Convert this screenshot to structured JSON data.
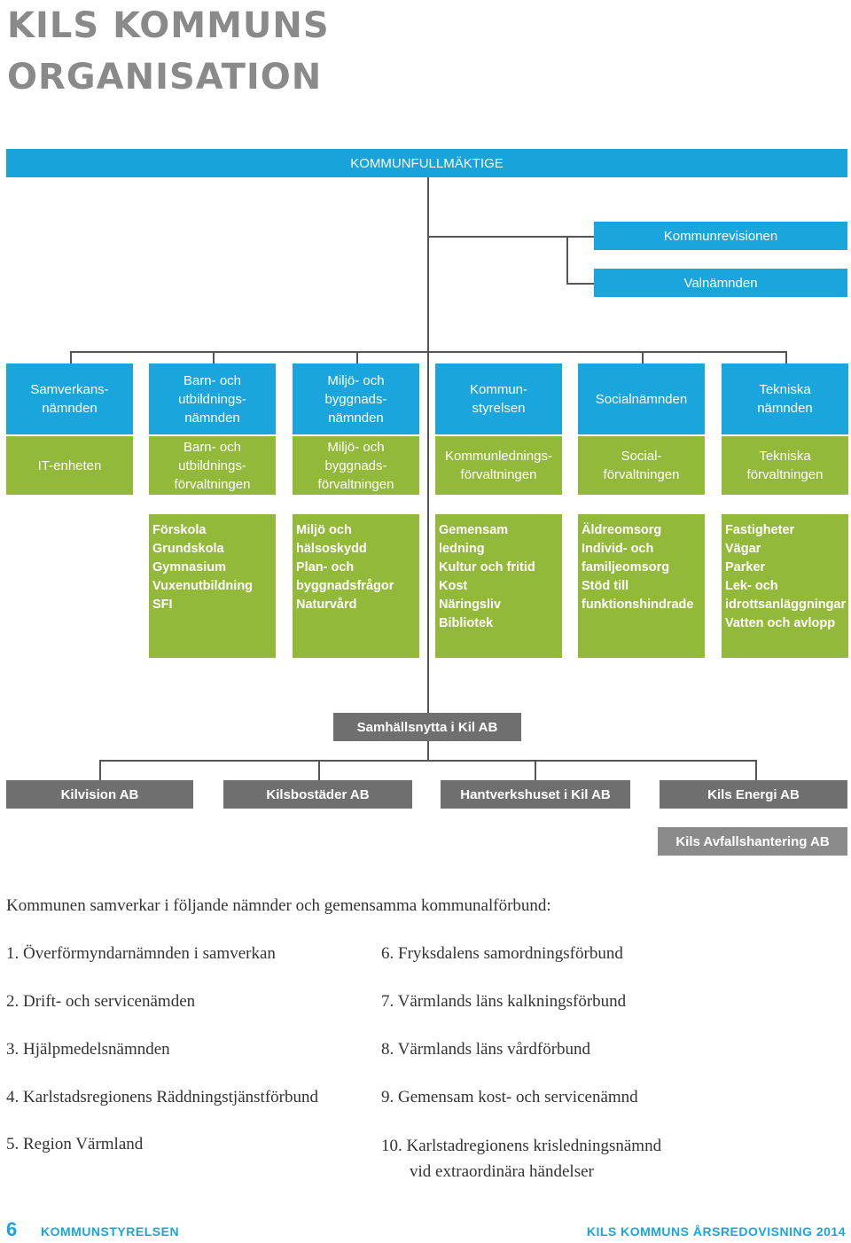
{
  "title": [
    "KILS KOMMUNS",
    "ORGANISATION"
  ],
  "top": {
    "kommunfullmaktige": "KOMMUNFULLMÄKTIGE",
    "kommunrevisionen": "Kommunrevisionen",
    "valnamnden": "Valnämnden"
  },
  "namnder": [
    "Samverkans-\nnämnden",
    "Barn- och\nutbildnings-\nnämnden",
    "Miljö- och\nbyggnads-\nnämnden",
    "Kommun-\nstyrelsen",
    "Socialnämnden",
    "Tekniska\nnämnden"
  ],
  "forvaltningar": [
    "IT-enheten",
    "Barn- och\nutbildnings-\nförvaltningen",
    "Miljö- och\nbyggnads-\nförvaltningen",
    "Kommunlednings-\nförvaltningen",
    "Social-\nförvaltningen",
    "Tekniska\nförvaltningen"
  ],
  "verksamheter": [
    [
      "Förskola",
      "Grundskola",
      "Gymnasium",
      "Vuxenutbildning",
      "SFI"
    ],
    [
      "Miljö och",
      "hälsoskydd",
      "Plan- och",
      "byggnadsfrågor",
      "Naturvård"
    ],
    [
      "Gemensam",
      "ledning",
      "Kultur och fritid",
      "Kost",
      "Näringsliv",
      "Bibliotek"
    ],
    [
      "Äldreomsorg",
      "Individ- och",
      "familjeomsorg",
      "Stöd till",
      "funktionshindrade"
    ],
    [
      "Fastigheter",
      "Vägar",
      "Parker",
      "Lek- och",
      "idrottsanläggningar",
      "Vatten och avlopp"
    ]
  ],
  "bolag": {
    "parent": "Samhällsnytta i Kil AB",
    "children": [
      "Kilvision AB",
      "Kilsbostäder AB",
      "Hantverkshuset i Kil AB",
      "Kils Energi AB"
    ],
    "extra": "Kils Avfallshantering AB"
  },
  "samverkan": {
    "intro": "Kommunen samverkar i följande nämnder och gemensamma kommunalförbund:",
    "left": [
      "1. Överförmyndarnämnden i samverkan",
      "2. Drift- och servicenämden",
      "3. Hjälpmedelsnämnden",
      "4. Karlstadsregionens Räddningstjänstförbund",
      "5. Region Värmland"
    ],
    "right": [
      "6. Fryksdalens samordningsförbund",
      "7. Värmlands läns kalkningsförbund",
      "8. Värmlands läns vårdförbund",
      "9. Gemensam kost- och servicenämnd",
      "10. Karlstadregionens krisledningsnämnd",
      "vid extraordinära händelser"
    ]
  },
  "footer": {
    "page_number": "6",
    "left": "KOMMUNSTYRELSEN",
    "right": "KILS KOMMUNS ÅRSREDOVISNING 2014"
  },
  "colors": {
    "blue": "#1aa6dd",
    "green": "#93b93a",
    "gray": "#6f6f6f",
    "title_gray": "#8a8a8a"
  }
}
